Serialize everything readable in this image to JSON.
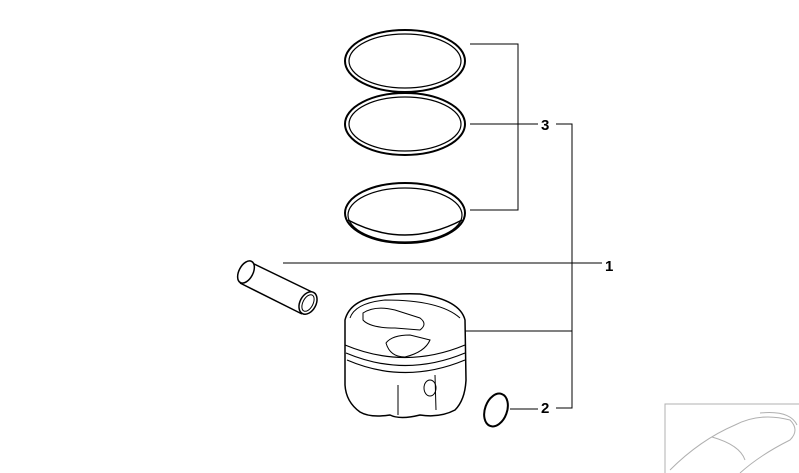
{
  "callouts": [
    {
      "number": "1",
      "part": "piston-pin"
    },
    {
      "number": "2",
      "part": "circlip"
    },
    {
      "number": "3",
      "part": "piston-rings-set"
    }
  ],
  "colors": {
    "line": "#000000",
    "thumbnail_line": "#b0b0b0"
  }
}
